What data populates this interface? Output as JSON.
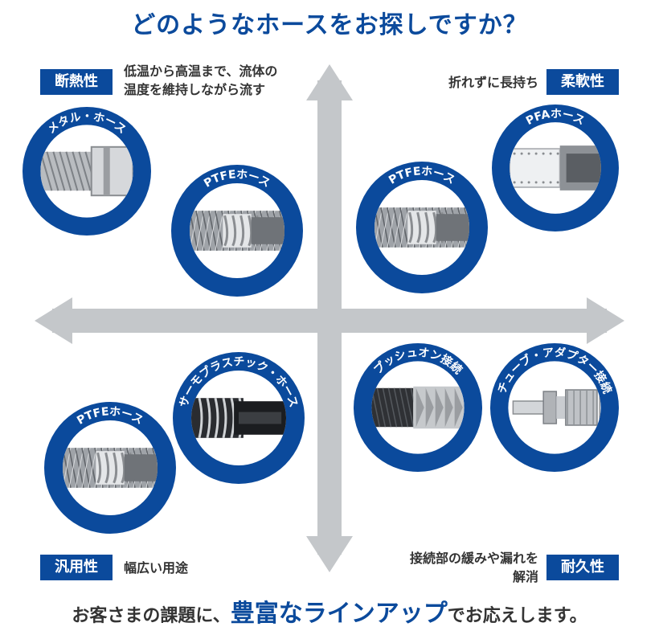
{
  "title": "どのようなホースをお探しですか？",
  "quadrants": {
    "top_left": {
      "badge": "断熱性",
      "note_line1": "低温から高温まで、流体の",
      "note_line2": "温度を維持しながら流す"
    },
    "top_right": {
      "badge": "柔軟性",
      "note": "折れずに長持ち"
    },
    "bottom_left": {
      "badge": "汎用性",
      "note": "幅広い用途"
    },
    "bottom_right": {
      "badge": "耐久性",
      "note_line1": "接続部の緩みや漏れを",
      "note_line2": "解消"
    }
  },
  "products": [
    {
      "label": "メタル・ホース",
      "kind": "metal"
    },
    {
      "label": "PTFEホース",
      "kind": "ptfe"
    },
    {
      "label": "PTFEホース",
      "kind": "ptfe"
    },
    {
      "label": "PFAホース",
      "kind": "pfa"
    },
    {
      "label": "サーモプラスチック・ホース",
      "kind": "thermo"
    },
    {
      "label": "PTFEホース",
      "kind": "ptfe"
    },
    {
      "label": "プッシュオン接続",
      "kind": "pushon"
    },
    {
      "label": "チューブ・アダプター接続",
      "kind": "adapter"
    }
  ],
  "tagline": {
    "pre": "お客さまの課題に、",
    "emphasis": "豊富なラインアップ",
    "post": "でお応えします。"
  },
  "colors": {
    "brand_blue": "#0b4a9c",
    "arrow_gray": "#c4c7ca",
    "text_dark": "#333333"
  }
}
